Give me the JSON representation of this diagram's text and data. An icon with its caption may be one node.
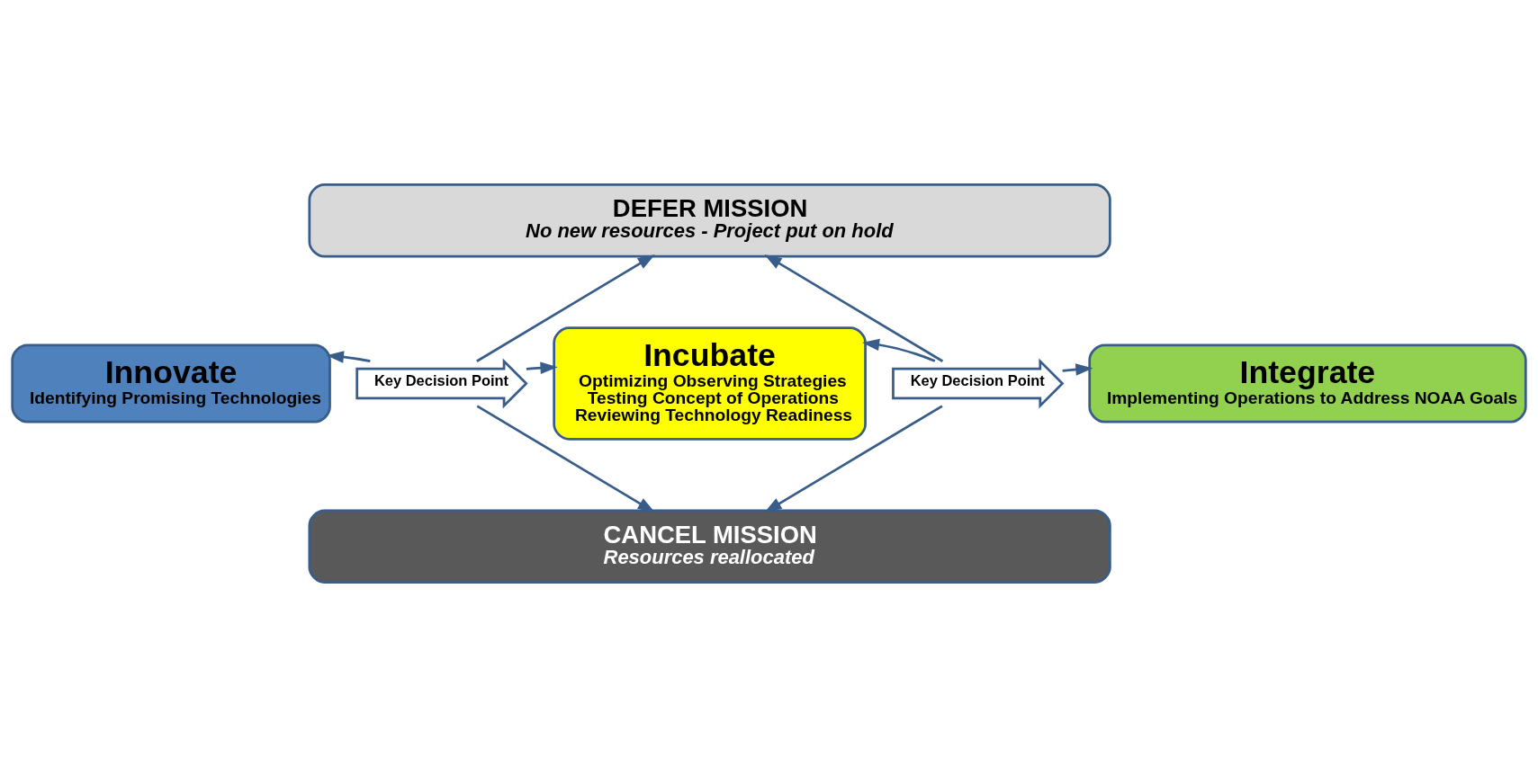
{
  "diagram": {
    "nodes": [
      {
        "text": [
          "DEFER MISSION",
          "No new resources - Project put on hold"
        ]
      },
      {
        "text": [
          "Innovate",
          "Identifying Promising Technologies"
        ]
      },
      {
        "text": [
          "Key Decision Point"
        ]
      },
      {
        "text": [
          "Incubate",
          "Optimizing Observing Strategies",
          "Testing Concept of Operations",
          "Reviewing Technology Readiness"
        ]
      },
      {
        "text": [
          "Key Decision Point"
        ]
      },
      {
        "text": [
          "Integrate",
          "Implementing Operations to Address NOAA Goals"
        ]
      },
      {
        "text": [
          "CANCEL MISSION",
          "Resources reallocated"
        ]
      }
    ],
    "edges": [
      {
        "from": 2,
        "to": 1,
        "arrow": "to"
      },
      {
        "from": 2,
        "to": 3,
        "arrow": "to"
      },
      {
        "from": 2,
        "to": 0,
        "arrow": "to"
      },
      {
        "from": 2,
        "to": 6,
        "arrow": "to"
      },
      {
        "from": 4,
        "to": 3,
        "arrow": "to"
      },
      {
        "from": 4,
        "to": 5,
        "arrow": "to"
      },
      {
        "from": 4,
        "to": 0,
        "arrow": "to"
      },
      {
        "from": 4,
        "to": 6,
        "arrow": "to"
      }
    ]
  }
}
